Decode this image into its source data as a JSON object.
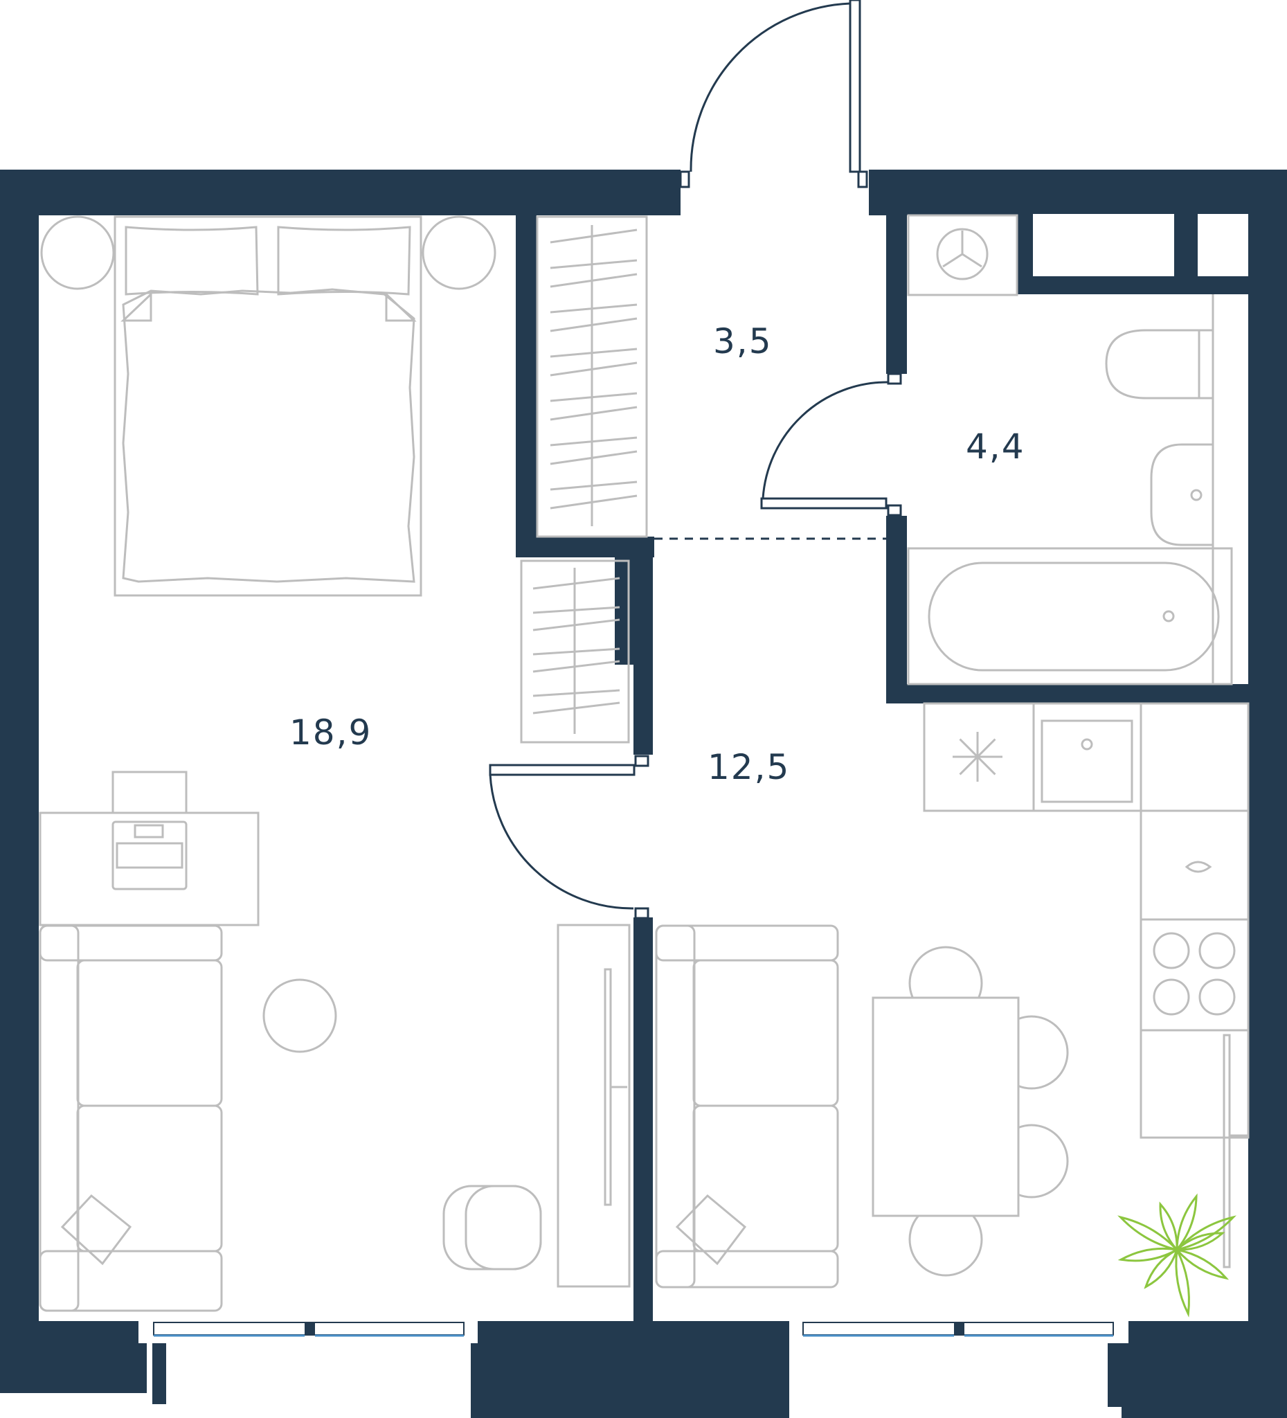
{
  "rooms": [
    {
      "id": "bedroom",
      "area": "18,9"
    },
    {
      "id": "hallway",
      "area": "3,5"
    },
    {
      "id": "bathroom",
      "area": "4,4"
    },
    {
      "id": "kitchen-living",
      "area": "12,5"
    }
  ],
  "colors": {
    "wall": "#233a4f",
    "furniture": "#bdbdbd",
    "window": "#4a90c8",
    "plant": "#8cc63f",
    "label": "#233a4f"
  }
}
